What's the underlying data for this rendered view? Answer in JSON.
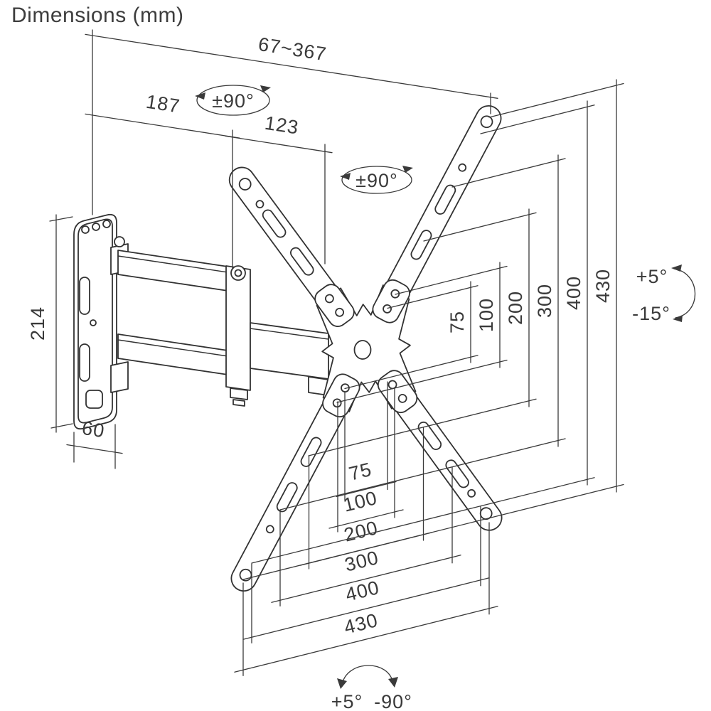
{
  "title": "Dimensions (mm)",
  "colors": {
    "line": "#323232",
    "dimension_line": "#3a3a3a",
    "text": "#3a3a3a",
    "background": "#ffffff"
  },
  "dimensions": {
    "extension_range": "67~367",
    "arm_section_1": "187",
    "arm_section_2": "123",
    "wall_plate_height": "214",
    "wall_plate_width": "60"
  },
  "rotation": {
    "swivel_wall_joint": "±90°",
    "swivel_tv_joint": "±90°"
  },
  "tilt": {
    "up": "+5°",
    "down": "-15°"
  },
  "level_rotation": {
    "clockwise": "+5°",
    "counterclockwise": "-90°"
  },
  "vesa_vertical": [
    "75",
    "100",
    "200",
    "300",
    "400",
    "430"
  ],
  "vesa_horizontal": [
    "75",
    "100",
    "200",
    "300",
    "400",
    "430"
  ]
}
